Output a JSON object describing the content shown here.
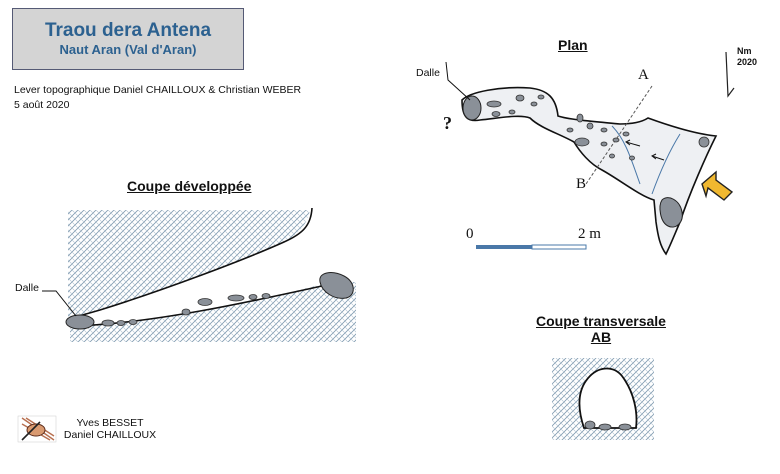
{
  "header": {
    "title": "Traou dera Antena",
    "subtitle": "Naut Aran (Val d'Aran)"
  },
  "credits": {
    "survey": "Lever topographique Daniel CHAILLOUX & Christian WEBER",
    "date": "5 août 2020"
  },
  "profile": {
    "heading": "Coupe développée",
    "label_dalle": "Dalle"
  },
  "plan": {
    "heading": "Plan",
    "label_dalle": "Dalle",
    "label_unknown": "?",
    "label_a": "A",
    "label_b": "B",
    "north_label_line1": "Nm",
    "north_label_line2": "2020",
    "scale_start": "0",
    "scale_end": "2 m"
  },
  "section": {
    "heading_line1": "Coupe transversale",
    "heading_line2": "AB"
  },
  "authors": {
    "line1": "Yves BESSET",
    "line2": "Daniel CHAILLOUX"
  },
  "colors": {
    "title_text": "#2c6190",
    "title_bg": "#d4d4d4",
    "rock_fill": "#8a9098",
    "cave_fill": "#eef0f3",
    "arrow_fill": "#f0b830",
    "scale_blue": "#4a78a8",
    "hatch": "#7f9ab0"
  }
}
